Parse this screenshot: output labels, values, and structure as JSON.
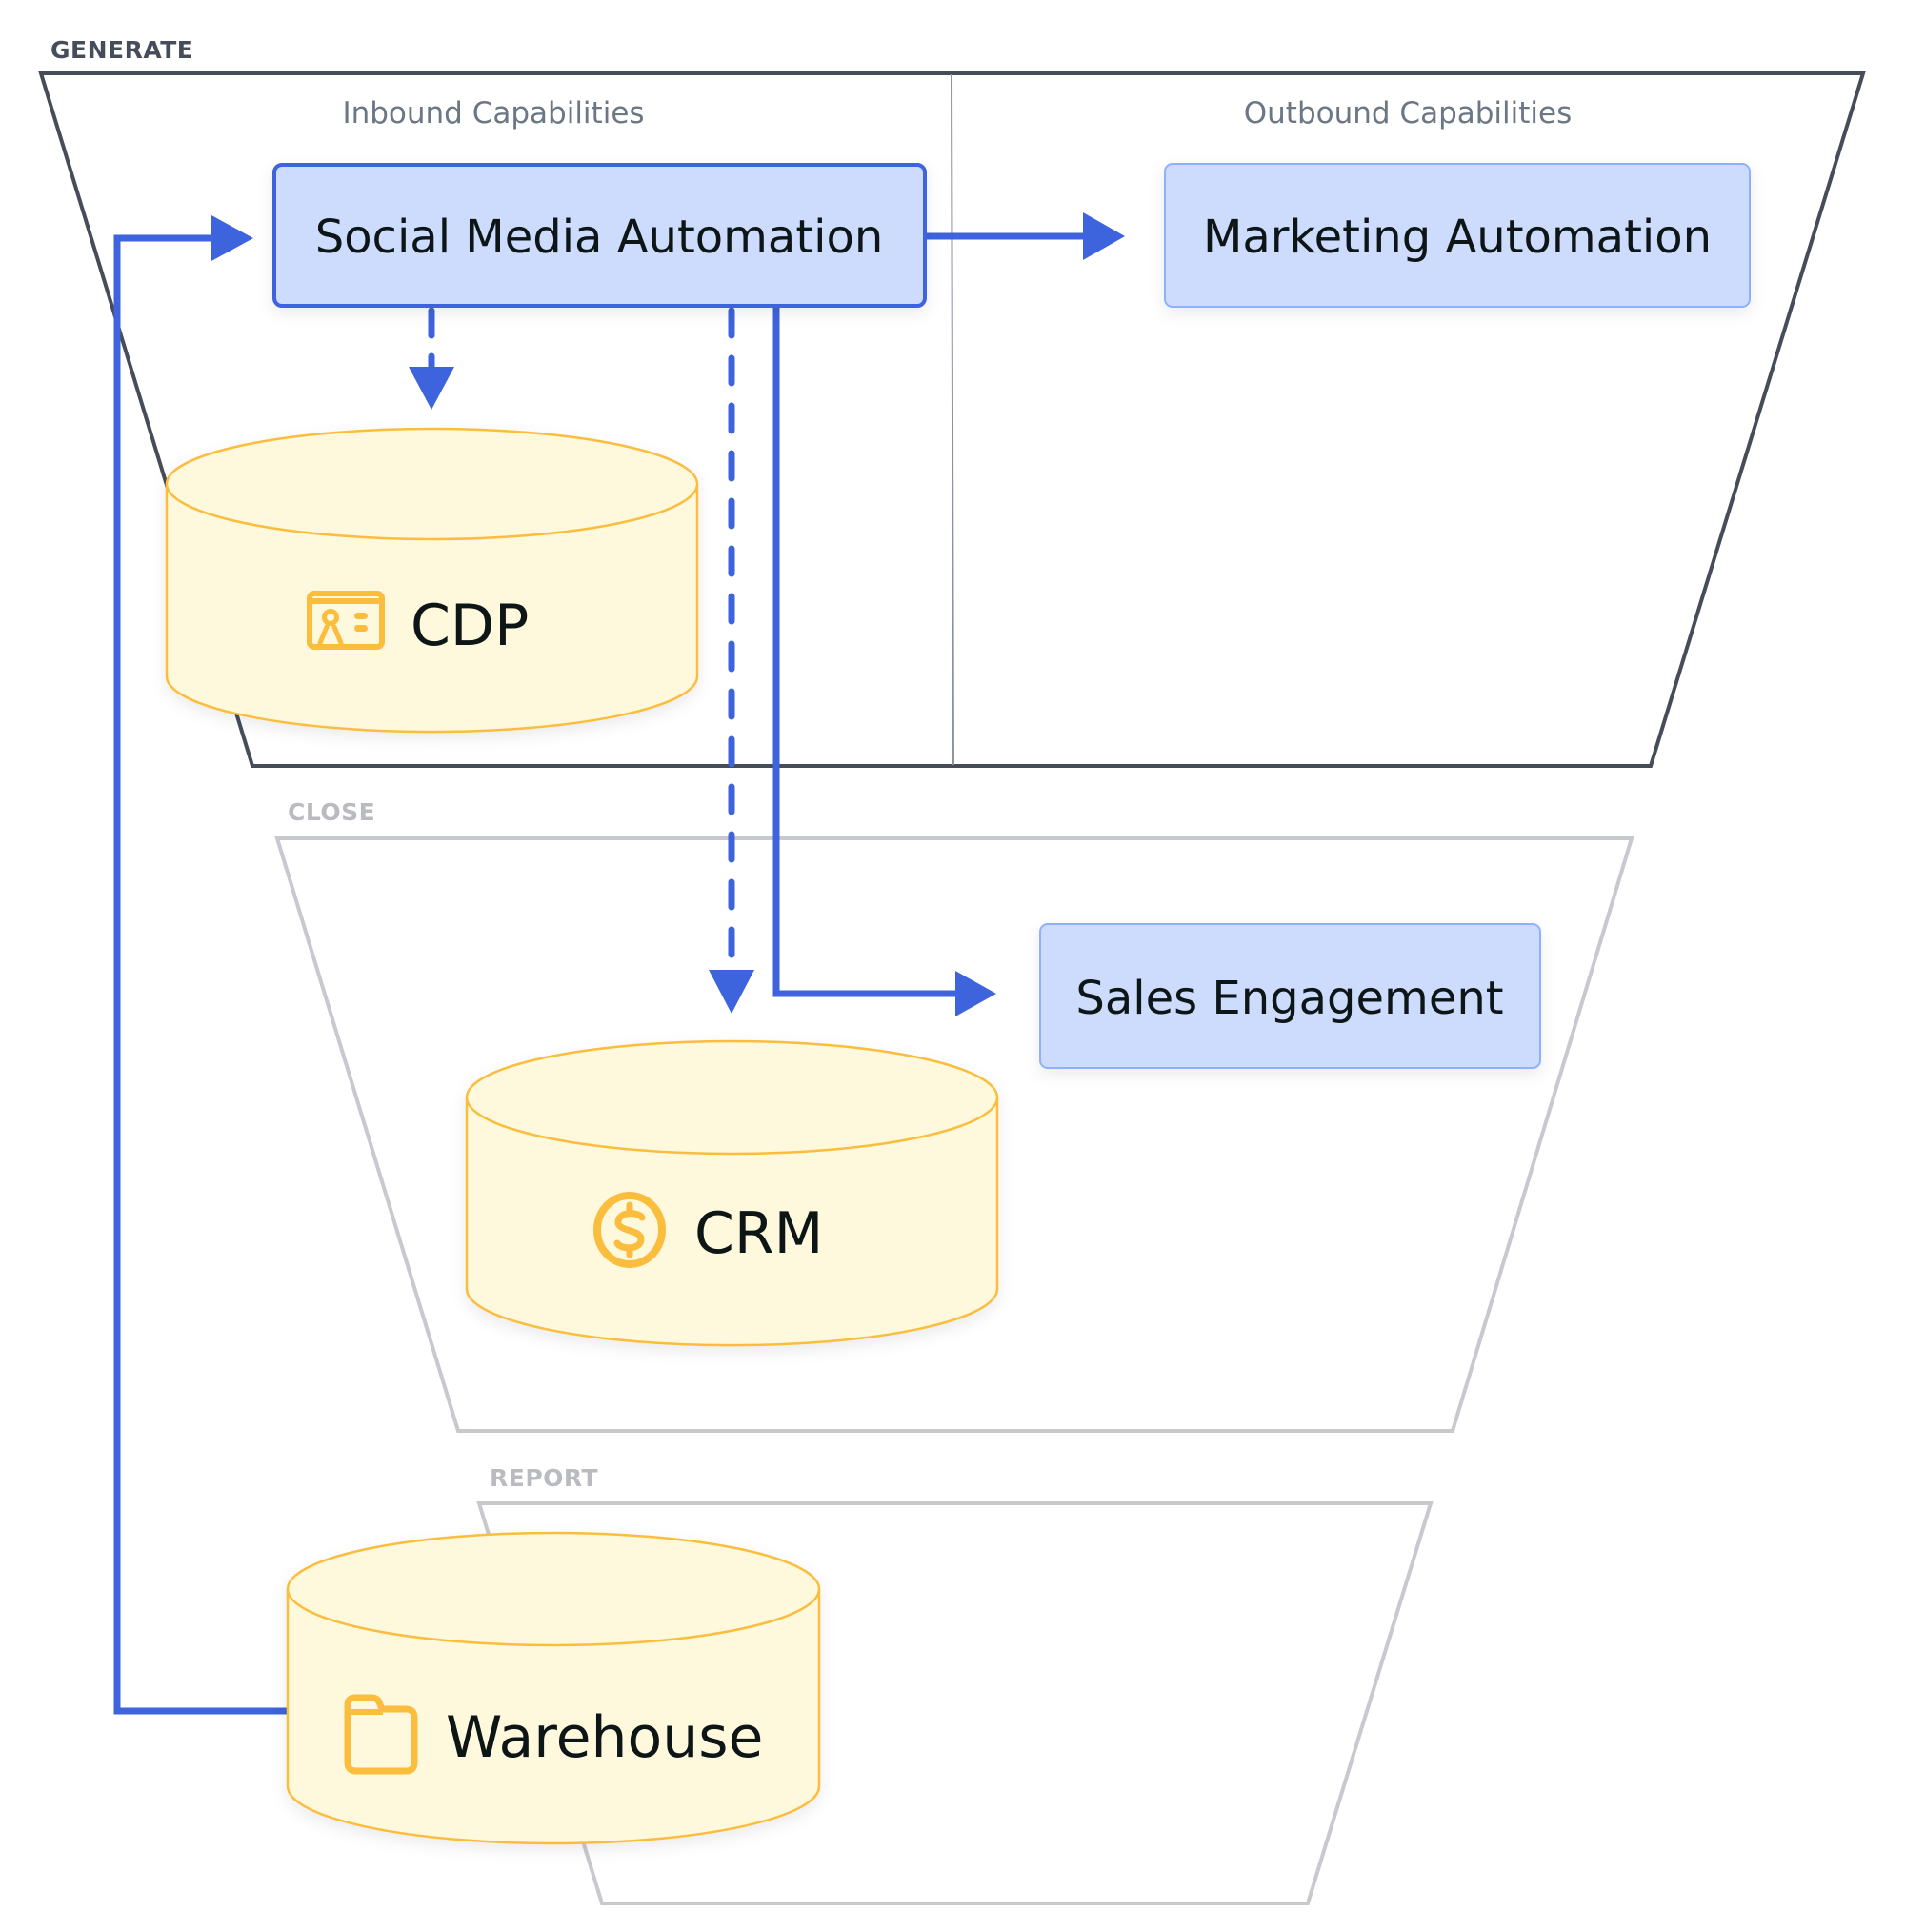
{
  "colors": {
    "generate_stroke": "#474c59",
    "inactive_stroke": "#c8c9ce",
    "inactive_label": "#b9bbc1",
    "arrow": "#3d63dd",
    "node_fill": "#cddcfd",
    "node_selected_stroke": "#3d63dd",
    "node_stroke": "#8fb0fb",
    "db_fill": "#fef8dc",
    "db_stroke": "#fbbd3c",
    "icon": "#fbbd3c",
    "divider": "#8b93a1"
  },
  "stages": [
    {
      "id": "generate",
      "label": "GENERATE",
      "active": true
    },
    {
      "id": "close",
      "label": "CLOSE",
      "active": false
    },
    {
      "id": "report",
      "label": "REPORT",
      "active": false
    }
  ],
  "capabilities": {
    "inbound": "Inbound Capabilities",
    "outbound": "Outbound Capabilities"
  },
  "nodes": [
    {
      "id": "social",
      "label": "Social Media Automation",
      "type": "service",
      "selected": true
    },
    {
      "id": "marketing",
      "label": "Marketing Automation",
      "type": "service",
      "selected": false
    },
    {
      "id": "sales",
      "label": "Sales Engagement",
      "type": "service",
      "selected": false
    },
    {
      "id": "cdp",
      "label": "CDP",
      "type": "database",
      "icon": "contact-card-icon"
    },
    {
      "id": "crm",
      "label": "CRM",
      "type": "database",
      "icon": "dollar-coin-icon"
    },
    {
      "id": "warehouse",
      "label": "Warehouse",
      "type": "database",
      "icon": "folder-icon"
    }
  ],
  "edges": [
    {
      "from": "social",
      "to": "marketing",
      "style": "solid"
    },
    {
      "from": "social",
      "to": "cdp",
      "style": "dashed"
    },
    {
      "from": "social",
      "to": "crm",
      "style": "dashed"
    },
    {
      "from": "social",
      "to": "sales",
      "style": "solid"
    },
    {
      "from": "warehouse",
      "to": "social",
      "style": "solid"
    }
  ]
}
